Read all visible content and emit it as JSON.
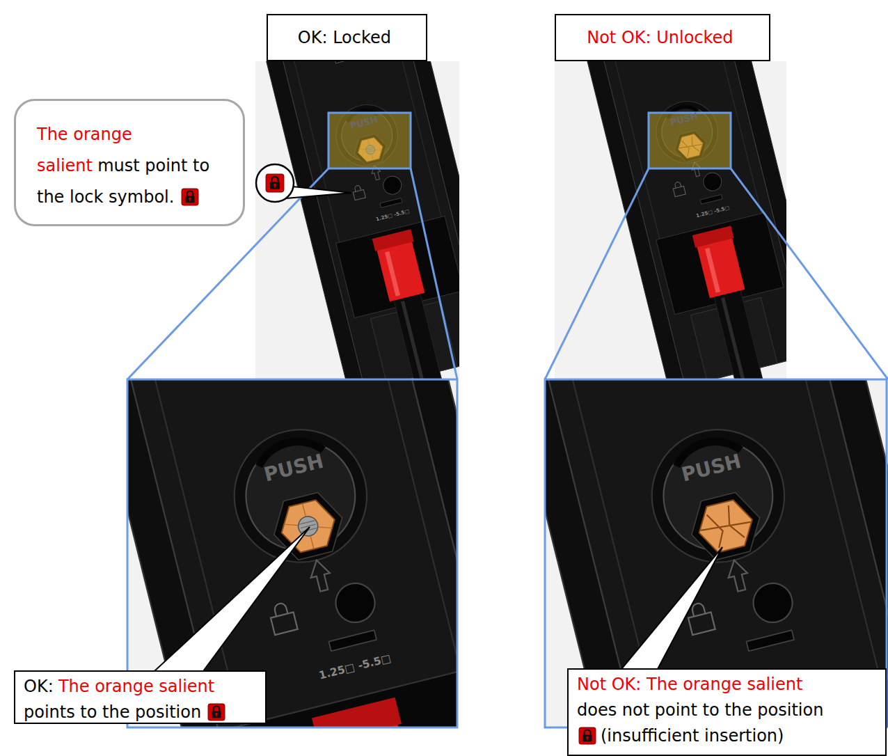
{
  "diagram": {
    "nodes": [
      {
        "text": [
          "OK: Locked"
        ]
      },
      {
        "text": [
          "Not OK: Unlocked"
        ]
      },
      {
        "text": [
          "The orange salient",
          "must point to the lock symbol."
        ]
      },
      {
        "text": [
          "OK:",
          "The orange salient",
          "points to the position"
        ]
      },
      {
        "text": [
          "Not OK: The orange salient",
          "does not point to the position",
          "(insufficient insertion)"
        ]
      }
    ],
    "labels": [
      "PUSH",
      "1.25□ -5.5□",
      "PUSH",
      "1.25□ -5.5□",
      "PUSH",
      "1.25□ -5.5□",
      "PUSH"
    ]
  }
}
